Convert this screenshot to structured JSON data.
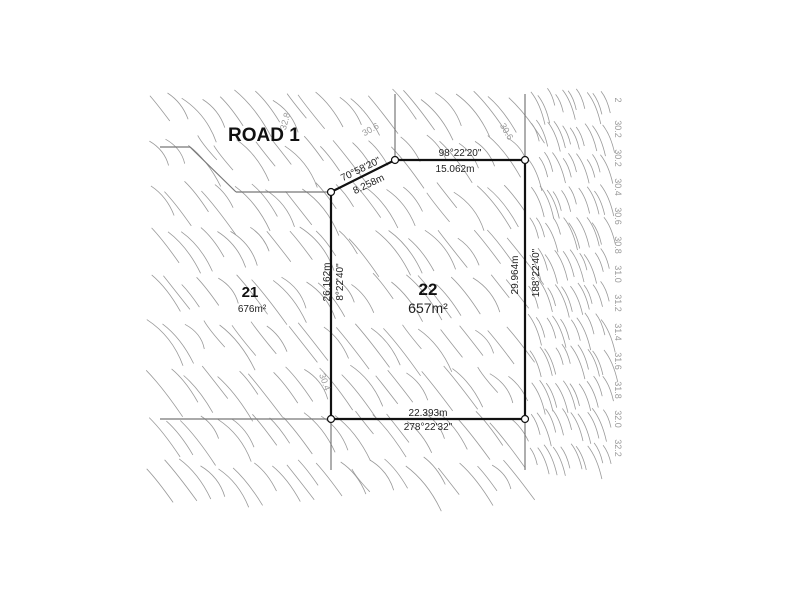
{
  "road": {
    "name": "ROAD 1"
  },
  "lots": [
    {
      "number": "21",
      "area": "676m²"
    },
    {
      "number": "22",
      "area": "657m²"
    }
  ],
  "boundaries": {
    "north_west": {
      "bearing": "70°58'20\"",
      "distance": "8.258m"
    },
    "north": {
      "bearing": "98°22'20\"",
      "distance": "15.062m"
    },
    "east": {
      "distance": "29.964m",
      "bearing": "188°22'40\""
    },
    "south": {
      "distance": "22.393m",
      "bearing": "278°22'32\""
    },
    "west": {
      "distance": "26.162m",
      "bearing": "8°22'40\""
    }
  },
  "contour_labels": {
    "inner": [
      "32.8",
      "30.6",
      "30.6",
      "30.4"
    ],
    "right": [
      "2",
      "30.2",
      "30.2",
      "30.4",
      "30.6",
      "30.8",
      "31.0",
      "31.2",
      "31.4",
      "31.6",
      "31.8",
      "32.0",
      "32.2"
    ]
  },
  "colors": {
    "contour": "#9a9a9a",
    "boundary": "#111111",
    "background": "#ffffff"
  }
}
